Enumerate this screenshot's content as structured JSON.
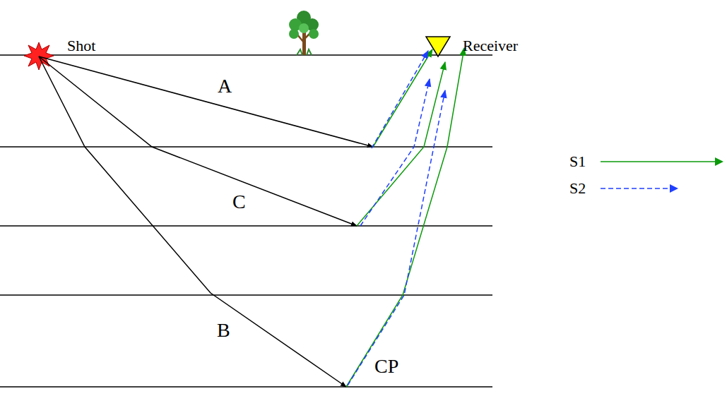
{
  "diagram": {
    "labels": [
      "Shot",
      "Receiver",
      "A",
      "C",
      "B",
      "CP"
    ],
    "legend": [
      {
        "text": "S1"
      },
      {
        "text": "S2"
      }
    ]
  }
}
